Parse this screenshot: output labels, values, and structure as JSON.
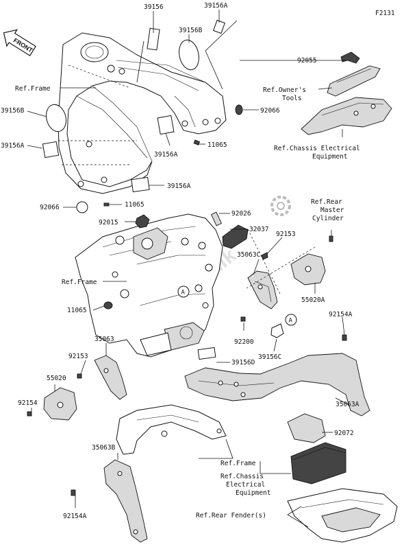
{
  "diagram_code": "F2131",
  "front_badge": "FRONT",
  "watermark": "PartsRepublik",
  "callouts": {
    "c39156": "39156",
    "c39156A_top": "39156A",
    "c39156B_top": "39156B",
    "c92055": "92055",
    "ref_owners_tools": [
      "Ref.Owner's",
      "Tools"
    ],
    "ref_frame_top": "Ref.Frame",
    "c39156B_left": "39156B",
    "c92066_right": "92066",
    "c39156A_left": "39156A",
    "c39156A_mid": "39156A",
    "c11065_mid": "11065",
    "ref_chassis_elec_top": [
      "Ref.Chassis Electrical",
      "Equipment"
    ],
    "c39156A_low": "39156A",
    "c92066_left": "92066",
    "c11065_low": "11065",
    "ref_rear_master": [
      "Ref.Rear",
      "Master",
      "Cylinder"
    ],
    "c92015": "92015",
    "c92026": "92026",
    "c32037": "32037",
    "c92153_right": "92153",
    "c35063C": "35063C",
    "ref_frame_mid": "Ref.Frame",
    "c55020A": "55020A",
    "c11065_left": "11065",
    "ring_a_1": "A",
    "ring_a_2": "A",
    "c92200": "92200",
    "c92154A_right": "92154A",
    "c35063": "35063",
    "c39156C": "39156C",
    "c92153_left": "92153",
    "c39156D": "39156D",
    "c55020": "55020",
    "c92154": "92154",
    "c35063A": "35063A",
    "c92072": "92072",
    "c35063B": "35063B",
    "ref_frame_low": "Ref.Frame",
    "ref_chassis_elec_low": [
      "Ref.Chassis",
      "Electrical",
      "Equipment"
    ],
    "c92154A_low": "92154A",
    "ref_rear_fender": "Ref.Rear Fender(s)"
  }
}
